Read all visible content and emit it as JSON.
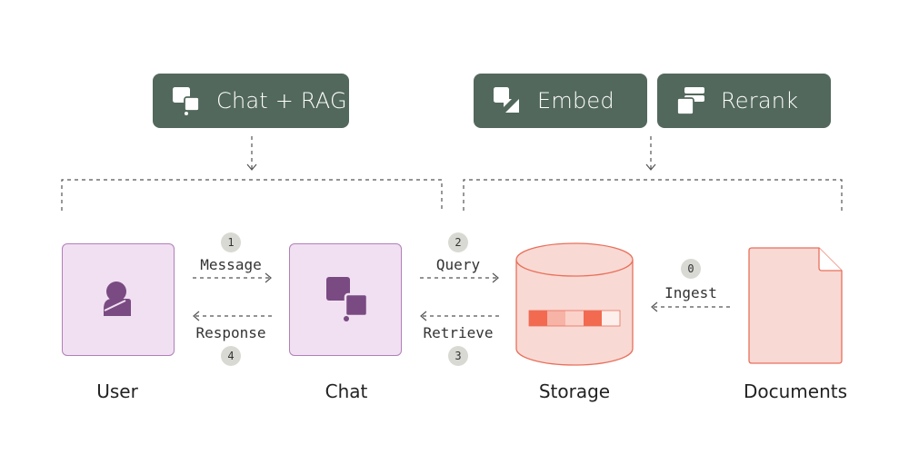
{
  "top_pills": {
    "chat_rag": {
      "label": "Chat + RAG",
      "icon": "chat-bubbles-icon"
    },
    "embed": {
      "label": "Embed",
      "icon": "embed-icon"
    },
    "rerank": {
      "label": "Rerank",
      "icon": "rerank-icon"
    }
  },
  "nodes": {
    "user": {
      "label": "User",
      "icon": "user-icon"
    },
    "chat": {
      "label": "Chat",
      "icon": "chat-bubbles-icon"
    },
    "storage": {
      "label": "Storage",
      "icon": "database-icon"
    },
    "documents": {
      "label": "Documents",
      "icon": "document-icon"
    }
  },
  "steps": {
    "message": {
      "number": "1",
      "label": "Message"
    },
    "response": {
      "number": "4",
      "label": "Response"
    },
    "query": {
      "number": "2",
      "label": "Query"
    },
    "retrieve": {
      "number": "3",
      "label": "Retrieve"
    },
    "ingest": {
      "number": "0",
      "label": "Ingest"
    }
  },
  "colors": {
    "pill_bg": "#52685C",
    "user_chat_fill": "#F0E0F2",
    "user_chat_border": "#B27FB9",
    "icon_purple": "#7A4A82",
    "storage_fill": "#F9D9D3",
    "storage_border": "#E8705C",
    "step_badge": "#D9D9D4"
  }
}
